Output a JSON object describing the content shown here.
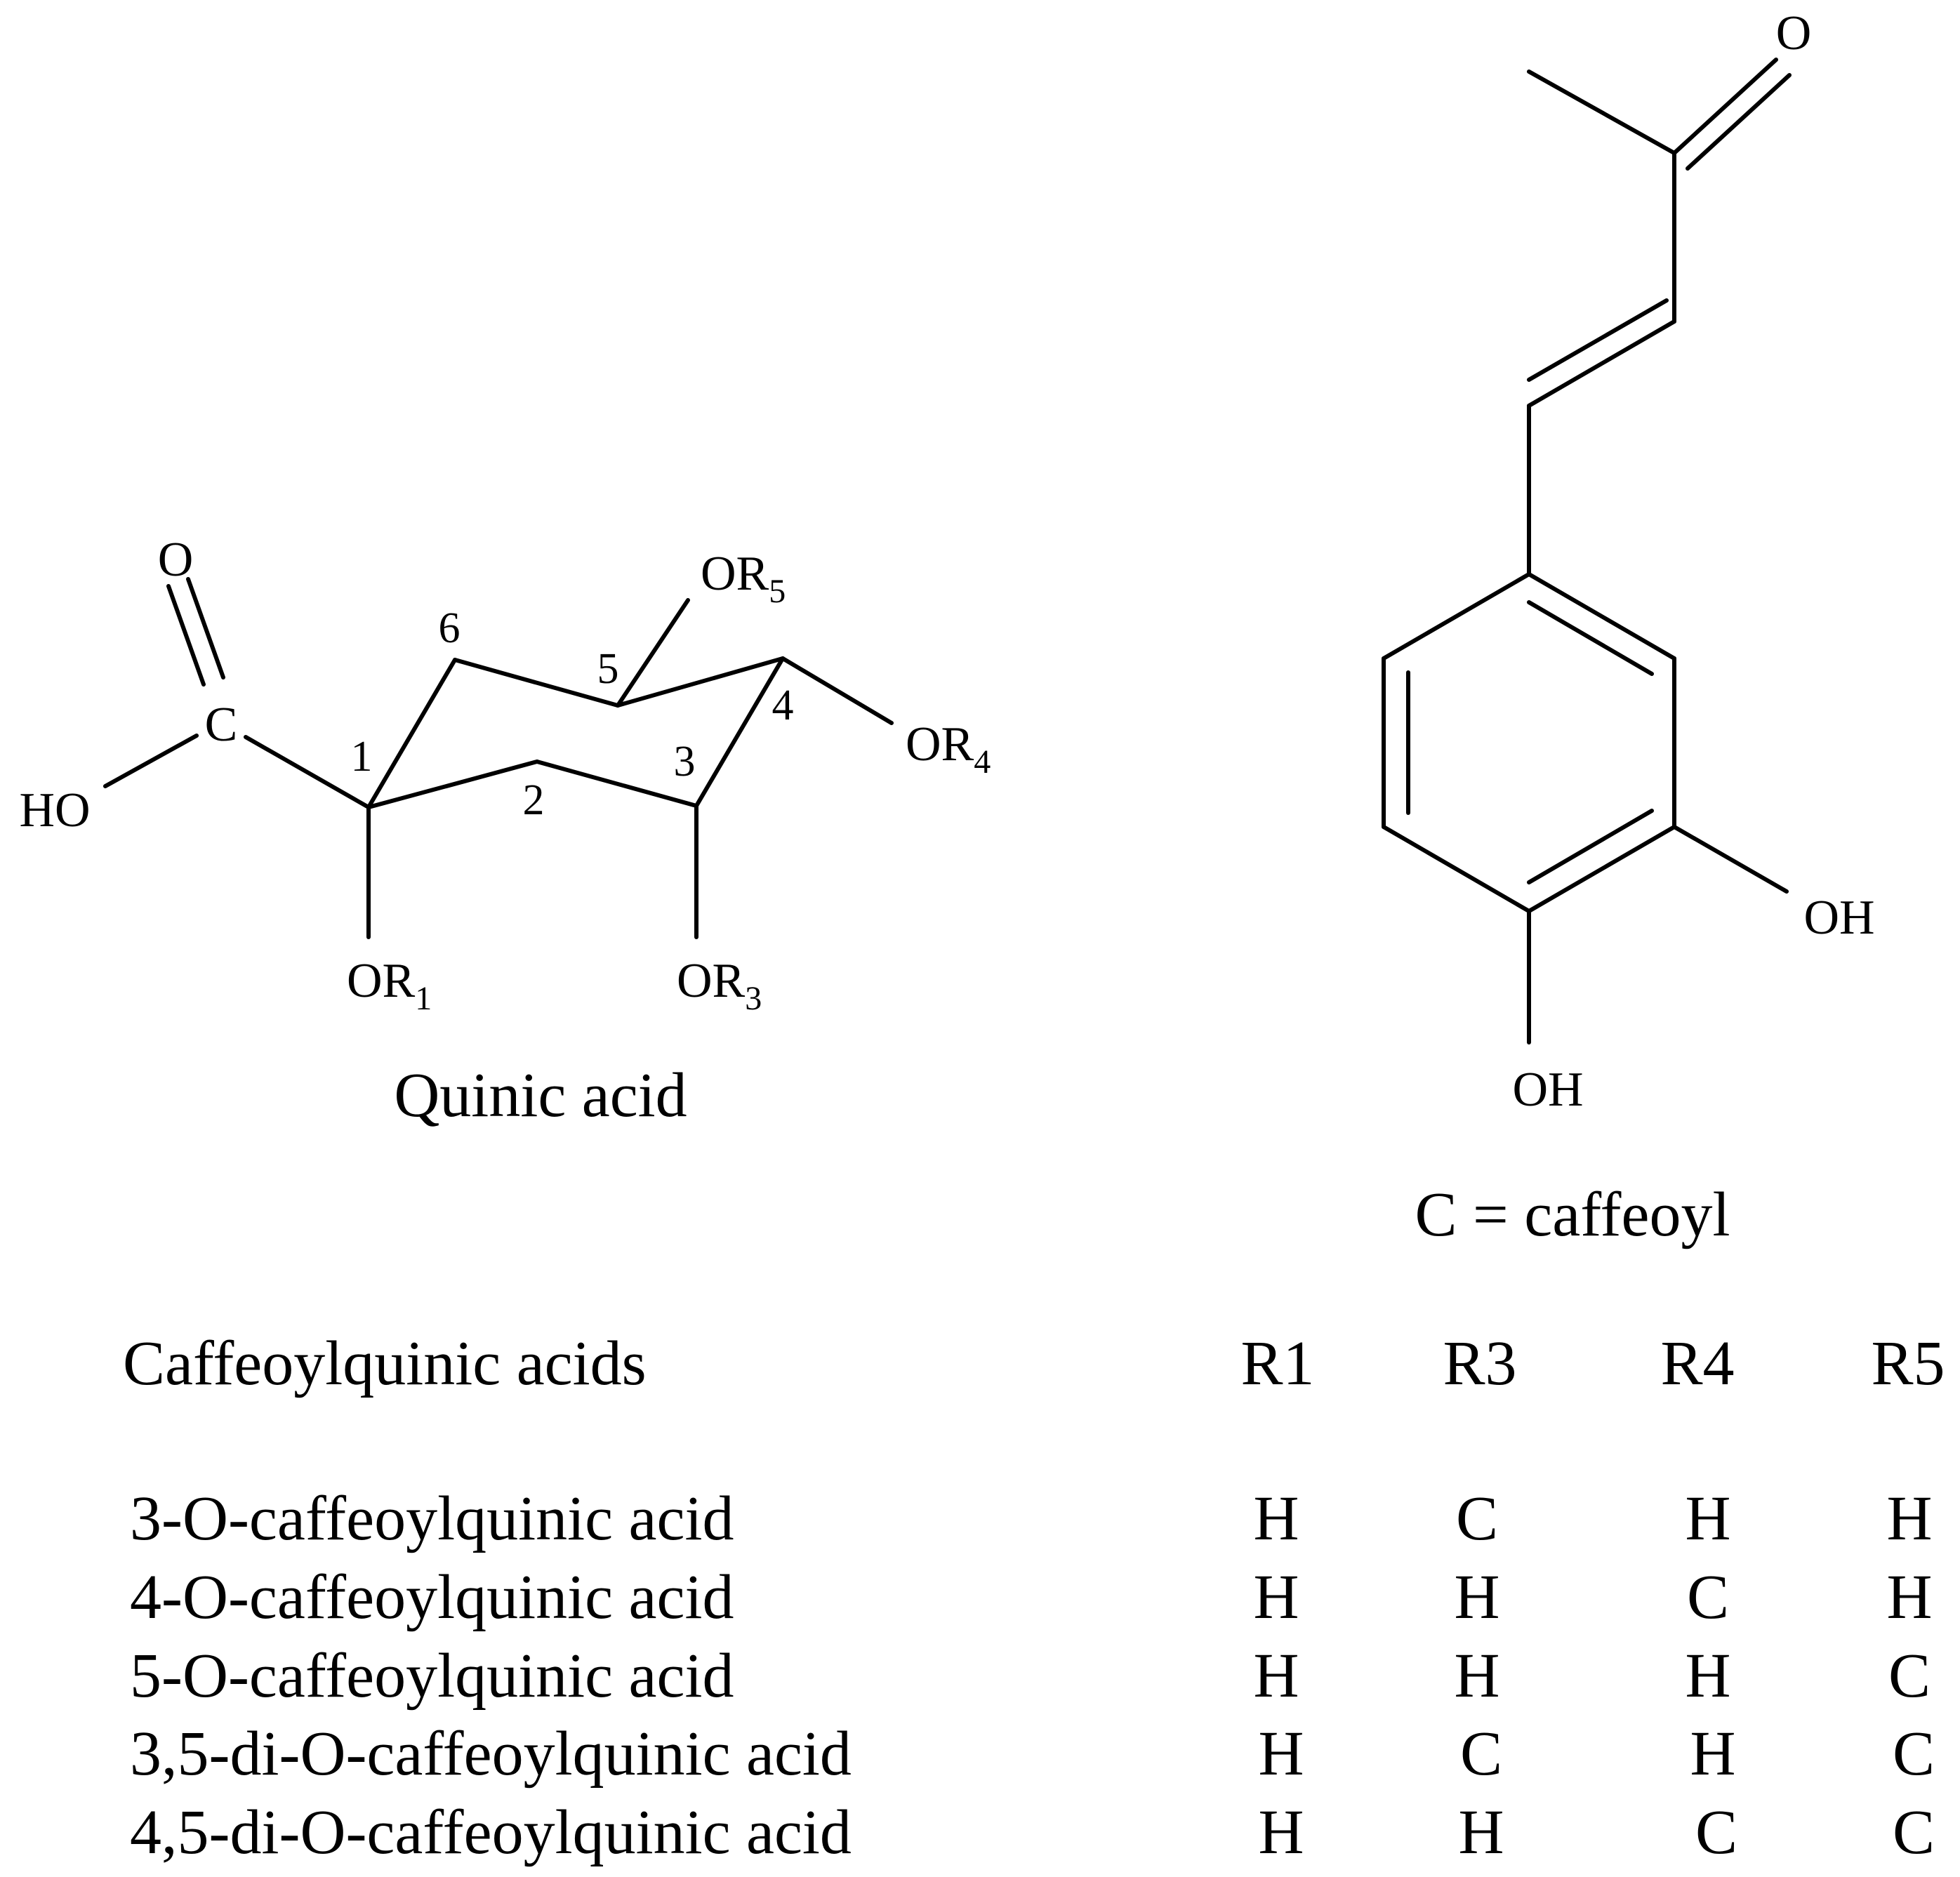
{
  "quinic": {
    "atoms": {
      "carbonyl_o": "O",
      "acid_c": "C",
      "hydroxyl": "HO",
      "or5_main": "OR",
      "or5_sub": "5",
      "or4_main": "OR",
      "or4_sub": "4",
      "or1_main": "OR",
      "or1_sub": "1",
      "or3_main": "OR",
      "or3_sub": "3"
    },
    "positions": [
      "1",
      "2",
      "3",
      "4",
      "5",
      "6"
    ],
    "caption": "Quinic acid"
  },
  "caffeoyl": {
    "atoms": {
      "carbonyl_o": "O",
      "oh_right": "OH",
      "oh_bottom": "OH"
    },
    "caption": "C = caffeoyl"
  },
  "table": {
    "header": {
      "name": "Caffeoylquinic acids",
      "cols": [
        "R1",
        "R3",
        "R4",
        "R5"
      ]
    },
    "rows": [
      {
        "name": "3-O-caffeoylquinic acid",
        "values": [
          "H",
          "C",
          "H",
          "H"
        ]
      },
      {
        "name": "4-O-caffeoylquinic acid",
        "values": [
          "H",
          "H",
          "C",
          "H"
        ]
      },
      {
        "name": "5-O-caffeoylquinic acid",
        "values": [
          "H",
          "H",
          "H",
          "C"
        ]
      },
      {
        "name": "3,5-di-O-caffeoylquinic acid",
        "values": [
          "H",
          "C",
          "H",
          "C"
        ]
      },
      {
        "name": "4,5-di-O-caffeoylquinic acid",
        "values": [
          "H",
          "H",
          "C",
          "C"
        ]
      }
    ]
  }
}
